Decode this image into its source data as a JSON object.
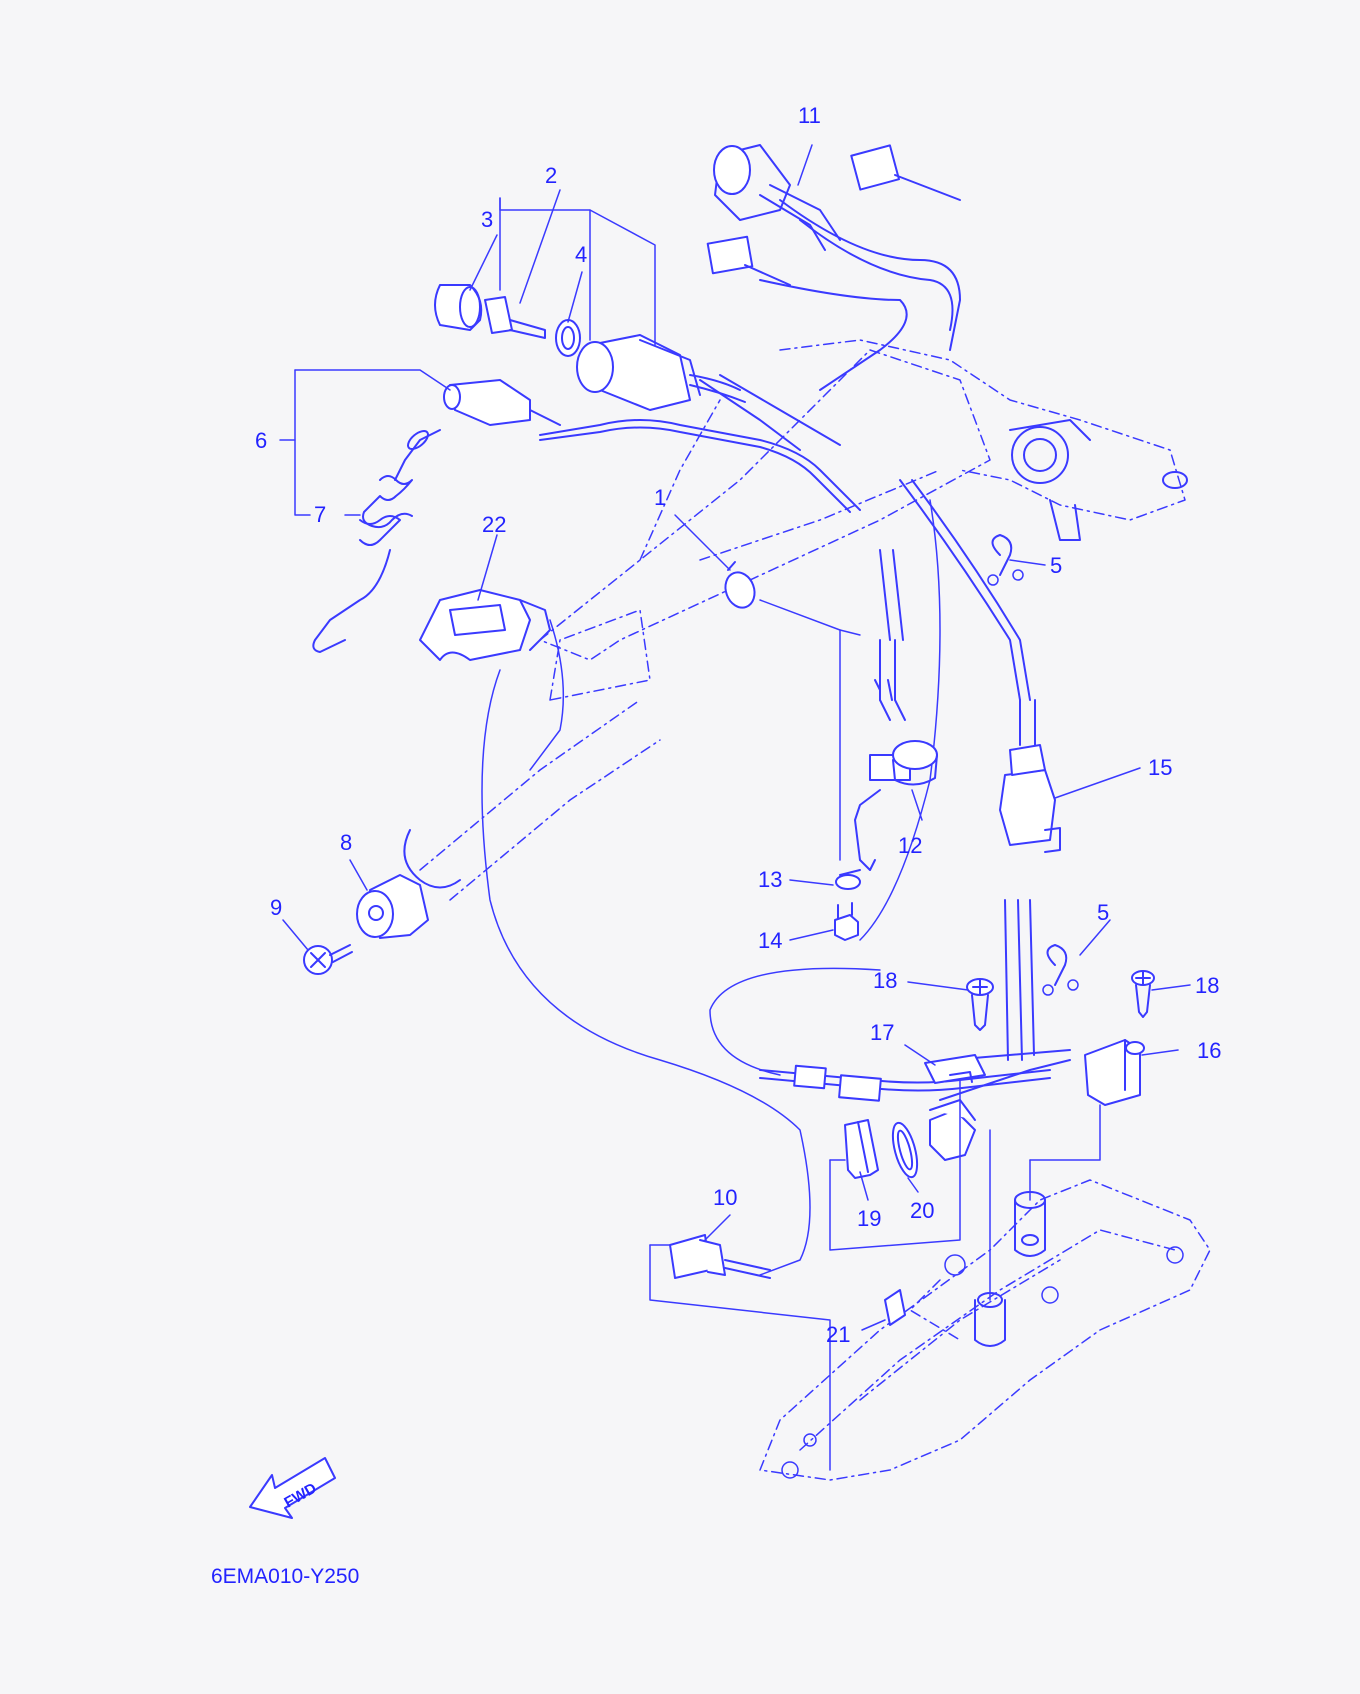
{
  "diagram": {
    "code": "6EMA010-Y250",
    "fwd_label": "FWD",
    "callouts": [
      "1",
      "2",
      "3",
      "4",
      "5",
      "5",
      "6",
      "7",
      "8",
      "9",
      "10",
      "11",
      "12",
      "13",
      "14",
      "15",
      "16",
      "17",
      "18",
      "18",
      "19",
      "20",
      "21",
      "22"
    ],
    "line_color": "#3a3aff",
    "background": "#f6f6f8"
  }
}
